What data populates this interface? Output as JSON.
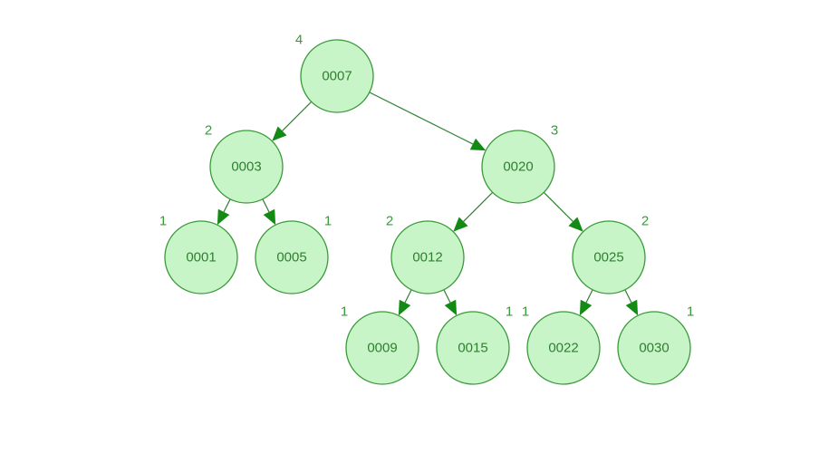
{
  "tree": {
    "nodes": [
      {
        "id": "n7",
        "key": "0007",
        "height": "4"
      },
      {
        "id": "n3",
        "key": "0003",
        "height": "2"
      },
      {
        "id": "n20",
        "key": "0020",
        "height": "3"
      },
      {
        "id": "n1",
        "key": "0001",
        "height": "1"
      },
      {
        "id": "n5",
        "key": "0005",
        "height": "1"
      },
      {
        "id": "n12",
        "key": "0012",
        "height": "2"
      },
      {
        "id": "n25",
        "key": "0025",
        "height": "2"
      },
      {
        "id": "n9",
        "key": "0009",
        "height": "1"
      },
      {
        "id": "n15",
        "key": "0015",
        "height": "1"
      },
      {
        "id": "n22",
        "key": "0022",
        "height": "1"
      },
      {
        "id": "n30",
        "key": "0030",
        "height": "1"
      }
    ],
    "edges": [
      {
        "from": "n7",
        "to": "n3"
      },
      {
        "from": "n7",
        "to": "n20"
      },
      {
        "from": "n3",
        "to": "n1"
      },
      {
        "from": "n3",
        "to": "n5"
      },
      {
        "from": "n20",
        "to": "n12"
      },
      {
        "from": "n20",
        "to": "n25"
      },
      {
        "from": "n12",
        "to": "n9"
      },
      {
        "from": "n12",
        "to": "n15"
      },
      {
        "from": "n25",
        "to": "n22"
      },
      {
        "from": "n25",
        "to": "n30"
      }
    ]
  }
}
